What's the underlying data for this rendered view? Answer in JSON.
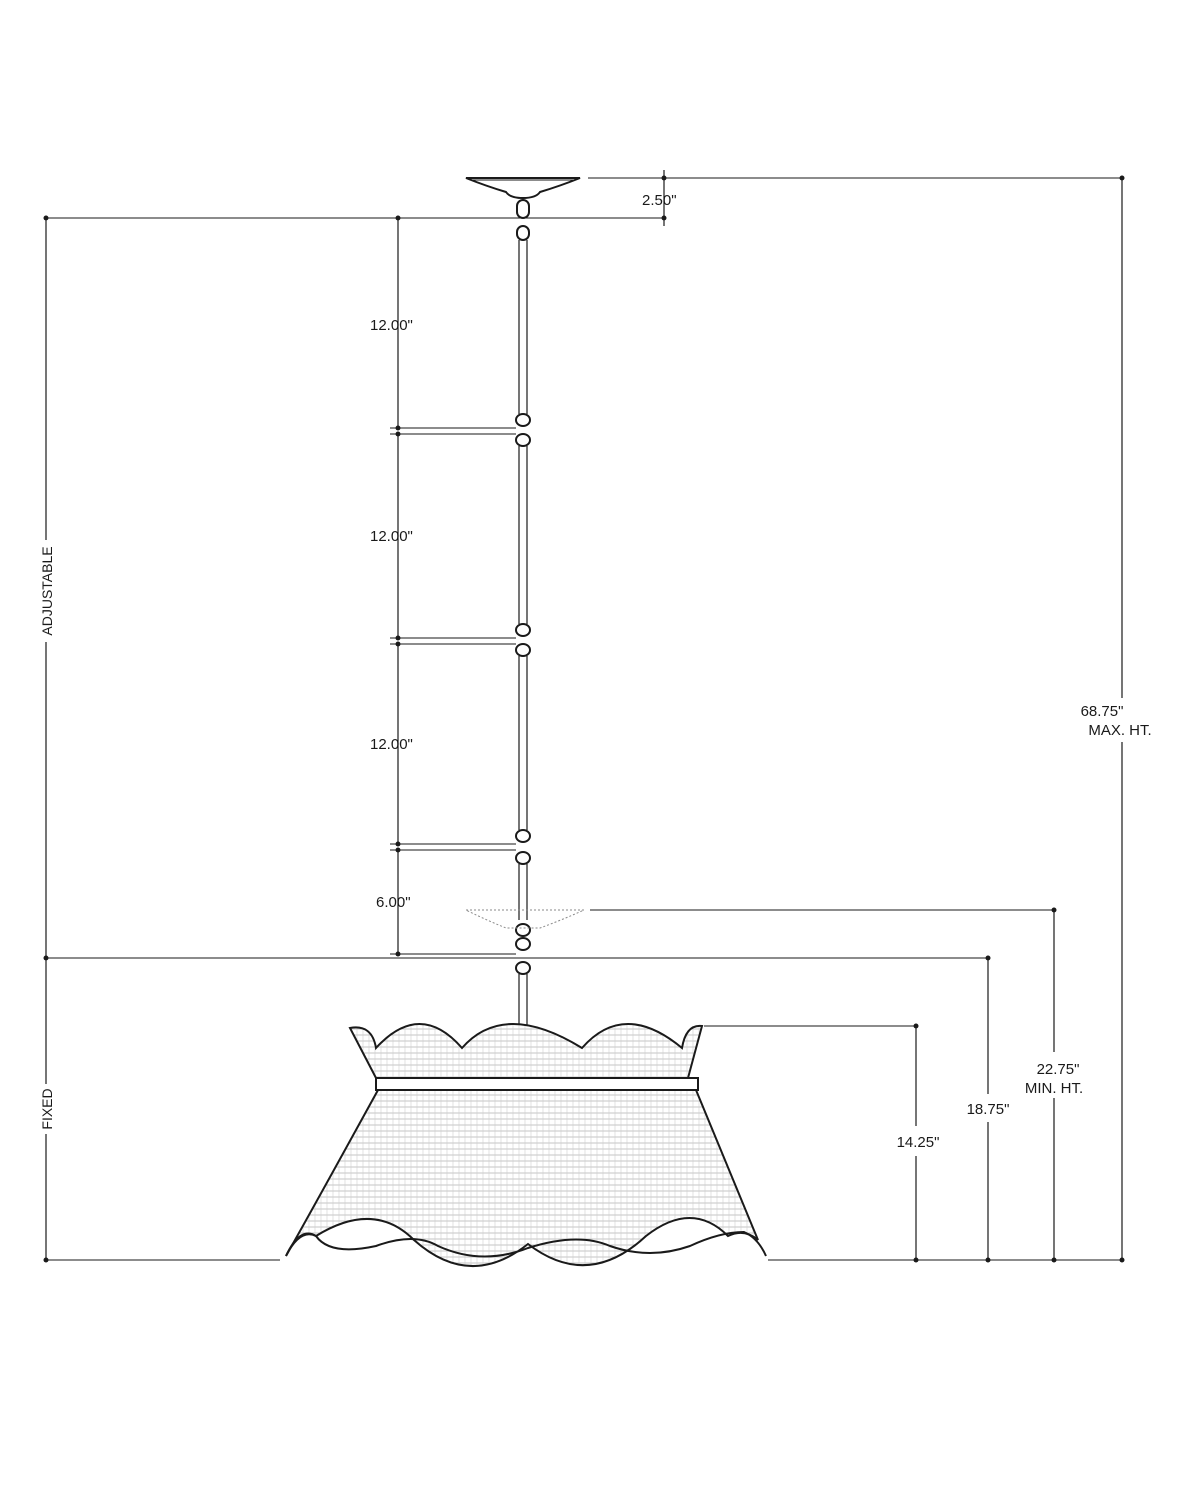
{
  "labels": {
    "canopy_height": "2.50\"",
    "rod_1": "12.00\"",
    "rod_2": "12.00\"",
    "rod_3": "12.00\"",
    "rod_4": "6.00\"",
    "max_height_value": "68.75\"",
    "max_height_label": "MAX. HT.",
    "min_height_value": "22.75\"",
    "min_height_label": "MIN. HT.",
    "fixed_height": "18.75\"",
    "shade_height": "14.25\"",
    "adjustable": "ADJUSTABLE",
    "fixed": "FIXED"
  },
  "colors": {
    "ink": "#1a1a1a",
    "background": "#ffffff"
  }
}
